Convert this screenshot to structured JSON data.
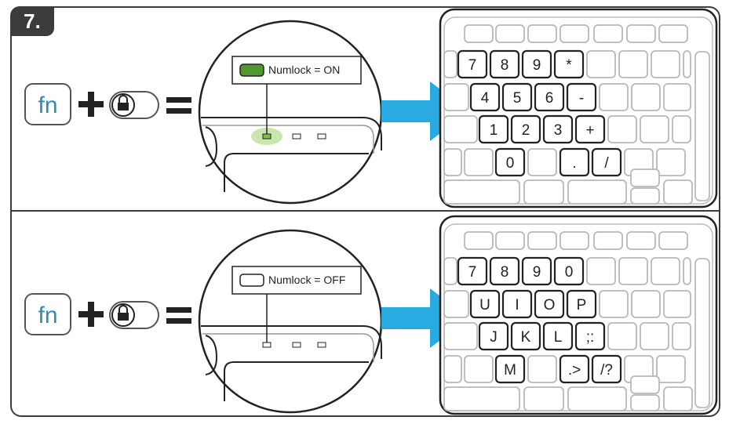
{
  "step": {
    "label": "7."
  },
  "rows": [
    {
      "id": "numlock-on",
      "fn_key": "fn",
      "plus": "+",
      "equals": "=",
      "callout": "Numlock = ON",
      "led_color": "#4f9a2f",
      "led_state": "on",
      "keys": [
        [
          "7",
          "8",
          "9",
          "*"
        ],
        [
          "4",
          "5",
          "6",
          "-"
        ],
        [
          "1",
          "2",
          "3",
          "+"
        ],
        [
          "0",
          ".",
          "/"
        ]
      ]
    },
    {
      "id": "numlock-off",
      "fn_key": "fn",
      "plus": "+",
      "equals": "=",
      "callout": "Numlock = OFF",
      "led_color": "#ffffff",
      "led_state": "off",
      "keys": [
        [
          "7",
          "8",
          "9",
          "0"
        ],
        [
          "U",
          "I",
          "O",
          "P"
        ],
        [
          "J",
          "K",
          "L",
          ";:"
        ],
        [
          "M",
          ".>",
          "/?"
        ]
      ]
    }
  ],
  "colors": {
    "arrow": "#29abe2",
    "outline": "#2b2b2b",
    "light_outline": "#bdbdbd",
    "fn_text": "#2a8fb0"
  }
}
